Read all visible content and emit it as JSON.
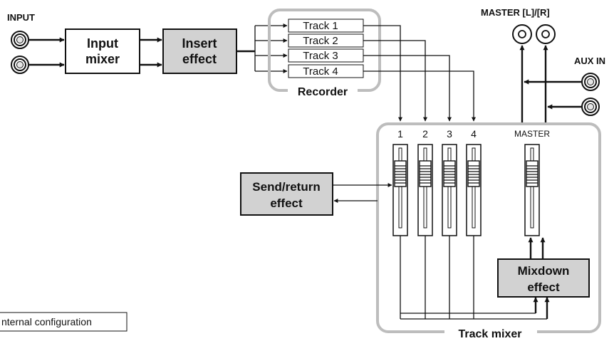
{
  "labels": {
    "input": "INPUT",
    "input_mixer_line1": "Input",
    "input_mixer_line2": "mixer",
    "insert_effect_line1": "Insert",
    "insert_effect_line2": "effect",
    "tracks": [
      "Track 1",
      "Track 2",
      "Track 3",
      "Track 4"
    ],
    "recorder": "Recorder",
    "master_out": "MASTER [L]/[R]",
    "aux_in": "AUX IN",
    "fader_numbers": [
      "1",
      "2",
      "3",
      "4"
    ],
    "master_fader": "MASTER",
    "send_return_line1": "Send/return",
    "send_return_line2": "effect",
    "mixdown_line1": "Mixdown",
    "mixdown_line2": "effect",
    "track_mixer": "Track mixer",
    "caption": "nternal configuration"
  },
  "colors": {
    "line": "#111111",
    "effect_box_fill": "#d2d2d2",
    "frame": "#bdbdbd",
    "background": "#ffffff"
  }
}
